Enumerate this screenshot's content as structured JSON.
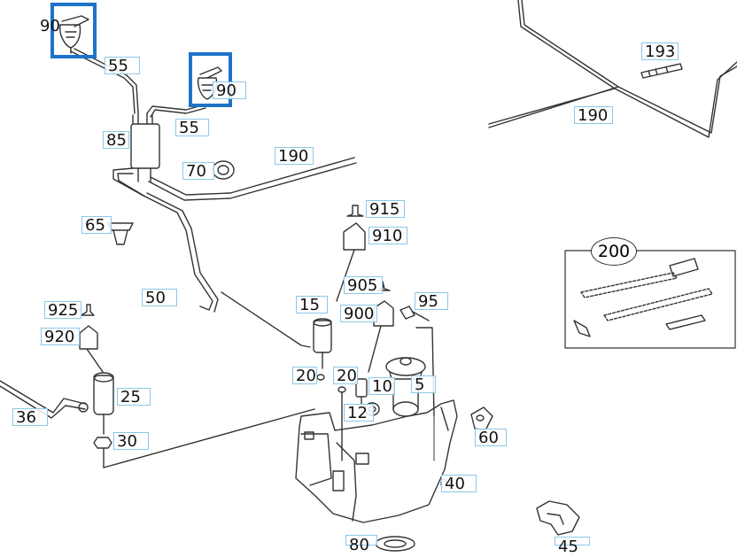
{
  "diagram": {
    "callouts": {
      "l90a": "90",
      "l55a": "55",
      "l90b": "90",
      "l85": "85",
      "l55b": "55",
      "l70": "70",
      "l190a": "190",
      "l65": "65",
      "l50": "50",
      "l193": "193",
      "l190b": "190",
      "l200": "200",
      "l915": "915",
      "l910": "910",
      "l905": "905",
      "l900": "900",
      "l95": "95",
      "l15": "15",
      "l925": "925",
      "l920": "920",
      "l20a": "20",
      "l20b": "20",
      "l10": "10",
      "l5": "5",
      "l25": "25",
      "l12": "12",
      "l36": "36",
      "l60": "60",
      "l30": "30",
      "l40": "40",
      "l80": "80",
      "l45": "45"
    },
    "highlight_color": "#1e73c8",
    "label_border_color": "#8cc8e8"
  }
}
